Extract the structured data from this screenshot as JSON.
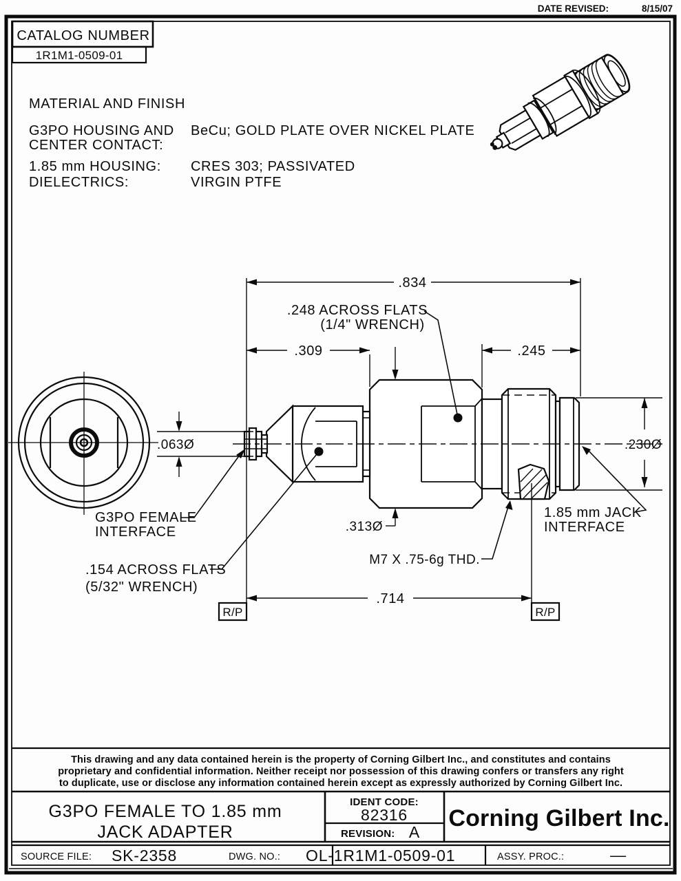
{
  "sheet": {
    "date_revised_label": "DATE REVISED:",
    "date_revised_value": "8/15/07"
  },
  "catalog": {
    "label": "CATALOG NUMBER",
    "number": "1R1M1-0509-01"
  },
  "material": {
    "title": "MATERIAL AND FINISH",
    "rows": [
      {
        "label1": "G3PO HOUSING AND",
        "label2": "CENTER CONTACT:",
        "value": "BeCu; GOLD PLATE OVER NICKEL PLATE"
      },
      {
        "label1": "1.85 mm HOUSING:",
        "label2": "",
        "value": "CRES 303; PASSIVATED"
      },
      {
        "label1": "DIELECTRICS:",
        "label2": "",
        "value": "VIRGIN PTFE"
      }
    ]
  },
  "dims": {
    "overall": ".834",
    "left": ".309",
    "right": ".245",
    "hex_flats1": ".248 ACROSS FLATS",
    "hex_flats2": "(1/4\" WRENCH)",
    "tip_dia": ".063Ø",
    "hex_dia": ".313Ø",
    "jack_dia": ".230Ø",
    "thread": "M7 X .75-6g THD.",
    "ref_len": ".714",
    "small_flats1": ".154 ACROSS FLATS",
    "small_flats2": "(5/32\" WRENCH)",
    "g3po1": "G3PO FEMALE",
    "g3po2": "INTERFACE",
    "jack1": "1.85 mm JACK",
    "jack2": "INTERFACE",
    "rp": "R/P"
  },
  "disclaimer": {
    "line1": "This drawing and any data contained herein is the property of Corning Gilbert Inc., and constitutes and contains",
    "line2": "proprietary and confidential information. Neither receipt nor possession of this drawing confers or transfers any right",
    "line3": "to duplicate, use or disclose any information contained herein except as expressly authorized by Corning Gilbert Inc."
  },
  "title_block": {
    "title_line1": "G3PO FEMALE TO 1.85 mm",
    "title_line2": "JACK ADAPTER",
    "ident_code_label": "IDENT CODE:",
    "ident_code_value": "82316",
    "revision_label": "REVISION:",
    "revision_value": "A",
    "company": "Corning Gilbert Inc.",
    "source_file_label": "SOURCE FILE:",
    "source_file_value": "SK-2358",
    "dwg_no_label": "DWG. NO.:",
    "dwg_no_value": "OL-1R1M1-0509-01",
    "assy_proc_label": "ASSY. PROC.:",
    "assy_proc_value": "—"
  }
}
